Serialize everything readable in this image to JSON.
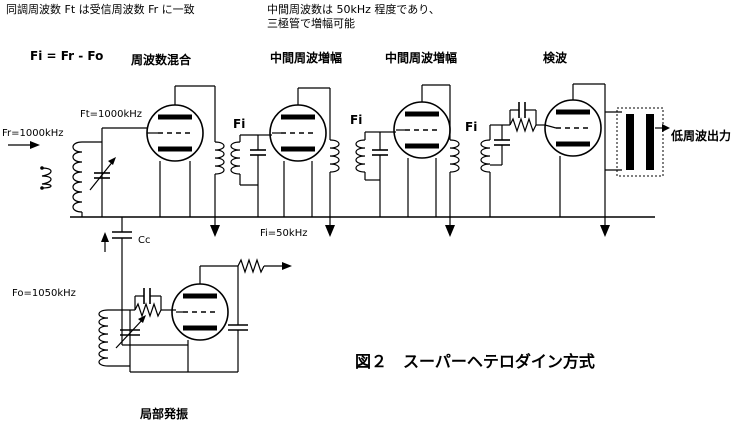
{
  "notes": {
    "top_left": "同調周波数 Ft は受信周波数 Fr に一致",
    "top_right_1": "中間周波数は 50kHz 程度であり、",
    "top_right_2": "三極管で増幅可能"
  },
  "formula": "Fi = Fr - Fo",
  "stages": {
    "mixer": "周波数混合",
    "if_amp_1": "中間周波増幅",
    "if_amp_2": "中間周波増幅",
    "detector": "検波",
    "oscillator": "局部発振"
  },
  "labels": {
    "fr": "Fr=1000kHz",
    "ft": "Ft=1000kHz",
    "fi_1": "Fi",
    "fi_2": "Fi",
    "fi_3": "Fi",
    "fi_freq": "Fi=50kHz",
    "cc": "Cc",
    "fo": "Fo=1050kHz",
    "output": "低周波出力"
  },
  "caption": "図２　スーパーヘテロダイン方式"
}
